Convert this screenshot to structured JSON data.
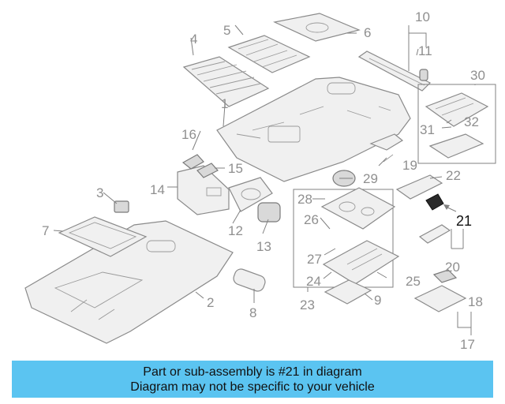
{
  "diagram": {
    "callouts": [
      "1",
      "2",
      "3",
      "4",
      "5",
      "6",
      "7",
      "8",
      "9",
      "10",
      "11",
      "12",
      "13",
      "14",
      "15",
      "16",
      "17",
      "18",
      "19",
      "20",
      "21",
      "22",
      "23",
      "24",
      "25",
      "26",
      "27",
      "28",
      "29",
      "30",
      "31",
      "32"
    ],
    "highlighted_part": "21"
  },
  "banner": {
    "line1": "Part or sub-assembly is #21 in diagram",
    "line2": "Diagram may not be specific to your vehicle"
  },
  "colors": {
    "banner_bg": "#5bc4f1",
    "line_art": "#8a8a8a",
    "highlight_text": "#111111"
  }
}
